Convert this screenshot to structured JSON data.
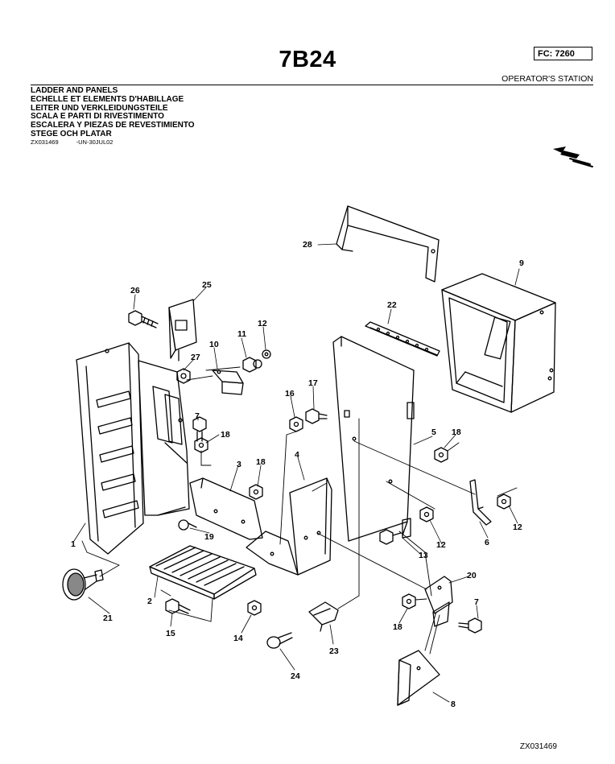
{
  "header": {
    "page_code": "7B24",
    "fc_label": "FC: 7260",
    "section_title": "OPERATOR'S STATION"
  },
  "titles": [
    "LADDER AND PANELS",
    "ECHELLE ET ELEMENTS D'HABILLAGE",
    "LEITER UND VERKLEIDUNGSTEILE",
    "SCALA E PARTI DI RIVESTIMENTO",
    "ESCALERA Y PIEZAS DE REVESTIMIENTO",
    "STEGE OCH PLATAR"
  ],
  "drawing_id": {
    "number": "ZX031469",
    "suffix": "-UN-30JUL02",
    "bottom": "ZX031469"
  },
  "callouts": [
    "1",
    "2",
    "3",
    "4",
    "5",
    "6",
    "7",
    "7",
    "8",
    "9",
    "10",
    "11",
    "12",
    "12",
    "12",
    "13",
    "14",
    "15",
    "16",
    "17",
    "18",
    "18",
    "18",
    "18",
    "19",
    "20",
    "21",
    "22",
    "23",
    "24",
    "25",
    "26",
    "27",
    "28"
  ],
  "icons": {
    "direction": "forward-arrow-icon"
  }
}
